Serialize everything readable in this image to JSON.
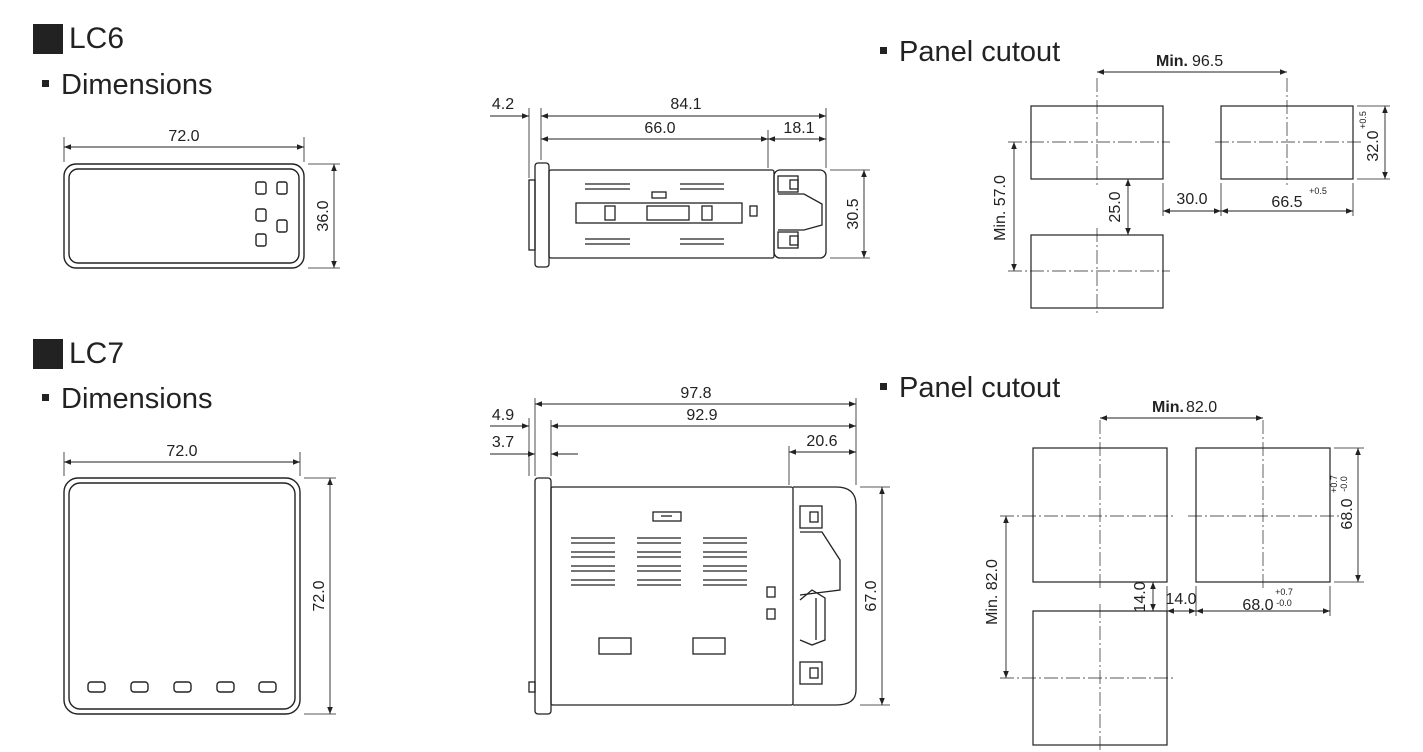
{
  "lc6": {
    "model": "LC6",
    "dimensions_label": "Dimensions",
    "panel_cutout_label": "Panel cutout",
    "front": {
      "width": "72.0",
      "height": "36.0"
    },
    "side": {
      "bezel": "4.2",
      "total": "84.1",
      "body": "66.0",
      "terminal": "18.1",
      "height": "30.5"
    },
    "cutout": {
      "min_label": "Min.",
      "min_h": "96.5",
      "min_v": "Min. 57.0",
      "h": "32.0",
      "h_tol": "+0.5",
      "w": "66.5",
      "w_tol": "+0.5",
      "gap_v": "25.0",
      "gap_h": "30.0"
    }
  },
  "lc7": {
    "model": "LC7",
    "dimensions_label": "Dimensions",
    "panel_cutout_label": "Panel cutout",
    "front": {
      "width": "72.0",
      "height": "72.0"
    },
    "side": {
      "bezel": "4.9",
      "bezel2": "3.7",
      "total": "97.8",
      "body": "92.9",
      "terminal": "20.6",
      "height": "67.0"
    },
    "cutout": {
      "min_label": "Min.",
      "min_h": "82.0",
      "min_v": "Min. 82.0",
      "h": "68.0",
      "h_tol_plus": "+0.7",
      "h_tol_minus": "-0.0",
      "w": "68.0",
      "w_tol_plus": "+0.7",
      "w_tol_minus": "-0.0",
      "gap_v": "14.0",
      "gap_h": "14.0"
    }
  },
  "colors": {
    "ink": "#222222",
    "background": "#ffffff"
  }
}
